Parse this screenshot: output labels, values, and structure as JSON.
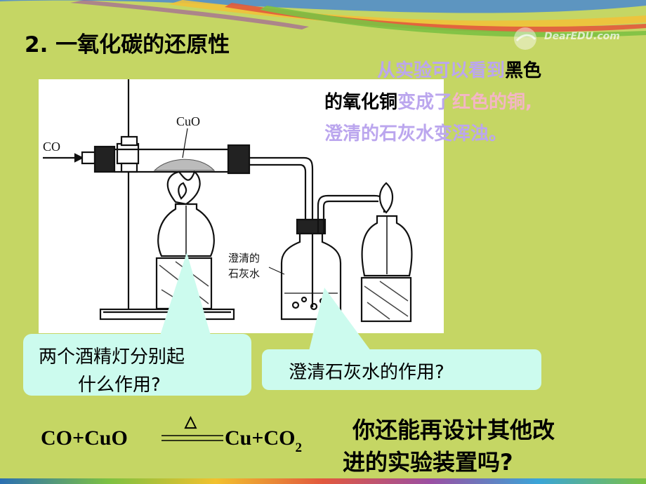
{
  "title": "2. 一氧化碳的还原性",
  "description": {
    "line1_a": "从实验可以看到",
    "line1_b": "黑色",
    "line2_a": "的氧化铜",
    "line2_b": "变成了",
    "line2_c": "红色的铜",
    "line2_d": ",",
    "line3": "澄清的石灰水变浑浊。"
  },
  "figure": {
    "label_co": "CO",
    "label_cuo": "CuO",
    "label_limewater_1": "澄清的",
    "label_limewater_2": "石灰水"
  },
  "callouts": {
    "lamps_q_line1": "两个酒精灯分别起",
    "lamps_q_line2": "什么作用?",
    "limewater_q": "澄清石灰水的作用?"
  },
  "equation": {
    "lhs": "CO+CuO",
    "condition": "△",
    "rhs_main": "Cu+CO",
    "rhs_sub": "2"
  },
  "question": {
    "line1": "你还能再设计其他改",
    "line2": "进的实验装置吗?"
  },
  "logo": {
    "text": "DearEDU.com"
  },
  "colors": {
    "background": "#c5d664",
    "lavender_text": "#bba6ee",
    "pink_text": "#f4b6c6",
    "callout_fill": "#ccfbee"
  }
}
